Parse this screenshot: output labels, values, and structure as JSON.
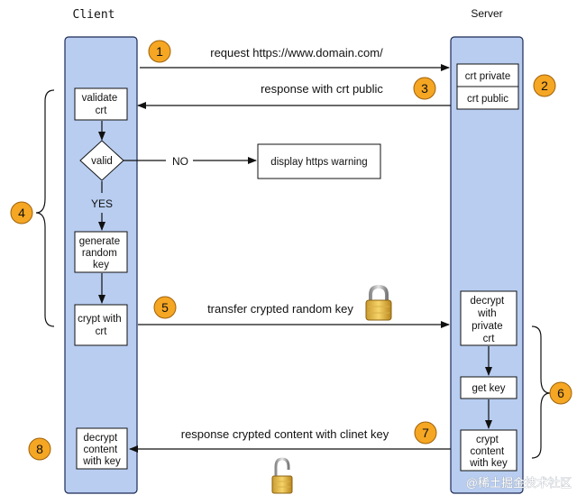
{
  "headers": {
    "client": "Client",
    "server": "Server"
  },
  "colors": {
    "lane_fill": "#b8cdf0",
    "lane_stroke": "#1c2a55",
    "badge_fill": "#f5a623",
    "badge_stroke": "#a0620a",
    "arrow": "#111111",
    "watermark": "#ffffff"
  },
  "client_boxes": {
    "validate": [
      "validate",
      "crt"
    ],
    "generate": [
      "generate",
      "random",
      "key"
    ],
    "crypt": [
      "crypt with",
      "crt"
    ],
    "decrypt": [
      "decrypt",
      "content",
      "with key"
    ]
  },
  "decision": {
    "label": "valid",
    "no": "NO",
    "yes": "YES"
  },
  "warning": "display https warning",
  "server_boxes": {
    "crt_private": "crt private",
    "crt_public": "crt public",
    "decrypt": [
      "decrypt",
      "with",
      "private",
      "crt"
    ],
    "get_key": "get key",
    "crypt": [
      "crypt",
      "content",
      "with key"
    ]
  },
  "messages": {
    "request": "request https://www.domain.com/",
    "response_crt": "response with crt public",
    "transfer": "transfer crypted random key",
    "response_content": "response crypted content with clinet key"
  },
  "badges": [
    "1",
    "2",
    "3",
    "4",
    "5",
    "6",
    "7",
    "8"
  ],
  "icons": [
    "lock-closed-icon",
    "lock-open-icon"
  ],
  "watermark": "@稀土掘金技术社区"
}
